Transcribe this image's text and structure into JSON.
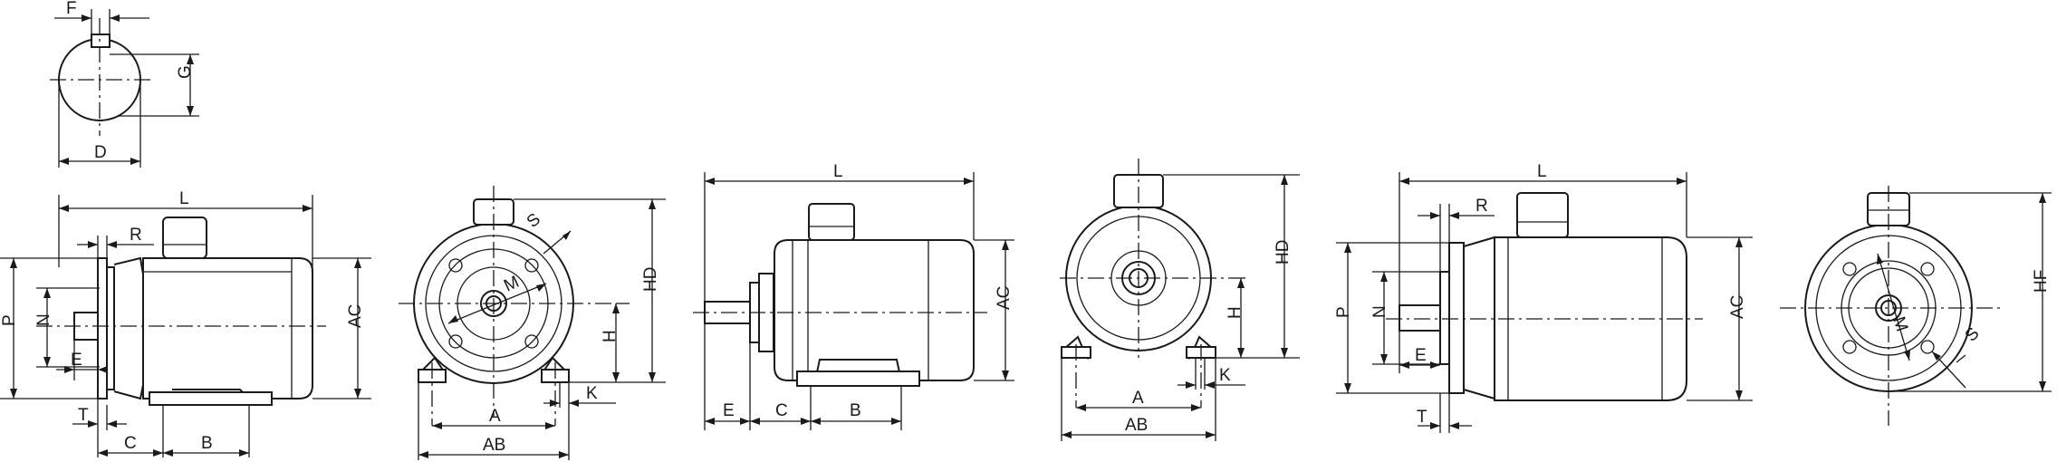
{
  "labels": {
    "F": "F",
    "G": "G",
    "D": "D",
    "L": "L",
    "R": "R",
    "P": "P",
    "N": "N",
    "E": "E",
    "T": "T",
    "C": "C",
    "B": "B",
    "AC": "AC",
    "S": "S",
    "M": "M",
    "HD": "HD",
    "H": "H",
    "A": "A",
    "AB": "AB",
    "K": "K",
    "HF": "HF"
  }
}
